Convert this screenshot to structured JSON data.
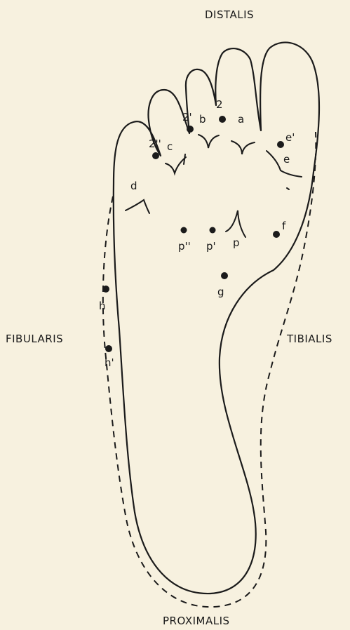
{
  "directions": {
    "top": "DISTALIS",
    "bottom": "PROXIMALIS",
    "left": "FIBULARIS",
    "right": "TIBIALIS"
  },
  "points": {
    "a": "a",
    "b": "b",
    "two_prime": "2'",
    "two": "2",
    "c": "c",
    "two_double_prime": "2''",
    "d": "d",
    "e": "e",
    "e_prime": "e'",
    "f": "f",
    "p": "p",
    "p_prime": "p'",
    "p_double_prime": "p''",
    "g": "g",
    "h": "h",
    "h_prime": "h'"
  }
}
